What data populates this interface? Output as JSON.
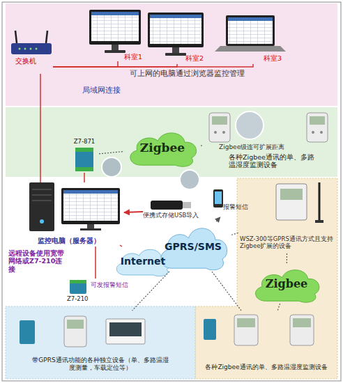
{
  "diagram": {
    "nodes": [
      {
        "text": [
          "可上网的电脑通过浏览器监控管理",
          "局域网连接"
        ]
      },
      {
        "text": [
          "科室1"
        ],
        "in": 0
      },
      {
        "text": [
          "科室2"
        ],
        "in": 0
      },
      {
        "text": [
          "科室3"
        ],
        "in": 0
      },
      {
        "text": [
          "交换机"
        ],
        "in": 0
      },
      {
        "text": [
          "Zigbee"
        ]
      },
      {
        "text": [
          "Z7-871"
        ]
      },
      {
        "text": [
          "Zigbee级连可扩展距离",
          "各种Zigbee通讯的单、多路温湿度监测设备"
        ]
      },
      {
        "text": [
          "监控电脑（服务器）"
        ]
      },
      {
        "text": [
          "便携式存储USB导入"
        ]
      },
      {
        "text": [
          "Internet"
        ]
      },
      {
        "text": [
          "GPRS/SMS"
        ]
      },
      {
        "text": [
          "报警短信"
        ]
      },
      {
        "text": [
          "Z7-210",
          "可发报警短信"
        ]
      },
      {
        "text": [
          "WSZ-300等GPRS通讯方式且支持Zigbee扩展的设备"
        ]
      },
      {
        "text": [
          "Zigbee"
        ]
      },
      {
        "text": [
          "各种Zigbee通讯的单、多路温湿度监测设备"
        ]
      },
      {
        "text": [
          "带GPRS通讯功能的各种独立设备（单、多路温湿度测量，车载定位等）"
        ]
      }
    ],
    "edges": [
      {
        "from": 4,
        "to": 1,
        "arrow": "none"
      },
      {
        "from": 4,
        "to": 2,
        "arrow": "none"
      },
      {
        "from": 4,
        "to": 3,
        "arrow": "none"
      },
      {
        "from": 4,
        "to": 8,
        "arrow": "none"
      },
      {
        "from": 8,
        "to": 6,
        "arrow": "none"
      },
      {
        "from": 6,
        "to": 5,
        "arrow": "none"
      },
      {
        "from": 5,
        "to": 7,
        "arrow": "none"
      },
      {
        "from": 9,
        "to": 8,
        "arrow": "to"
      },
      {
        "from": 8,
        "to": 10,
        "arrow": "none"
      },
      {
        "from": 8,
        "to": 13,
        "arrow": "none"
      },
      {
        "from": 11,
        "to": 12,
        "arrow": "to"
      },
      {
        "from": 11,
        "to": 14,
        "arrow": "none"
      },
      {
        "from": 14,
        "to": 15,
        "arrow": "none"
      },
      {
        "from": 15,
        "to": 16,
        "arrow": "none"
      },
      {
        "from": 11,
        "to": 17,
        "arrow": "none"
      },
      {
        "from": 11,
        "to": 16,
        "arrow": "none"
      }
    ],
    "labels": [
      "远程设备使用宽带网络或Z7-210连接"
    ]
  }
}
